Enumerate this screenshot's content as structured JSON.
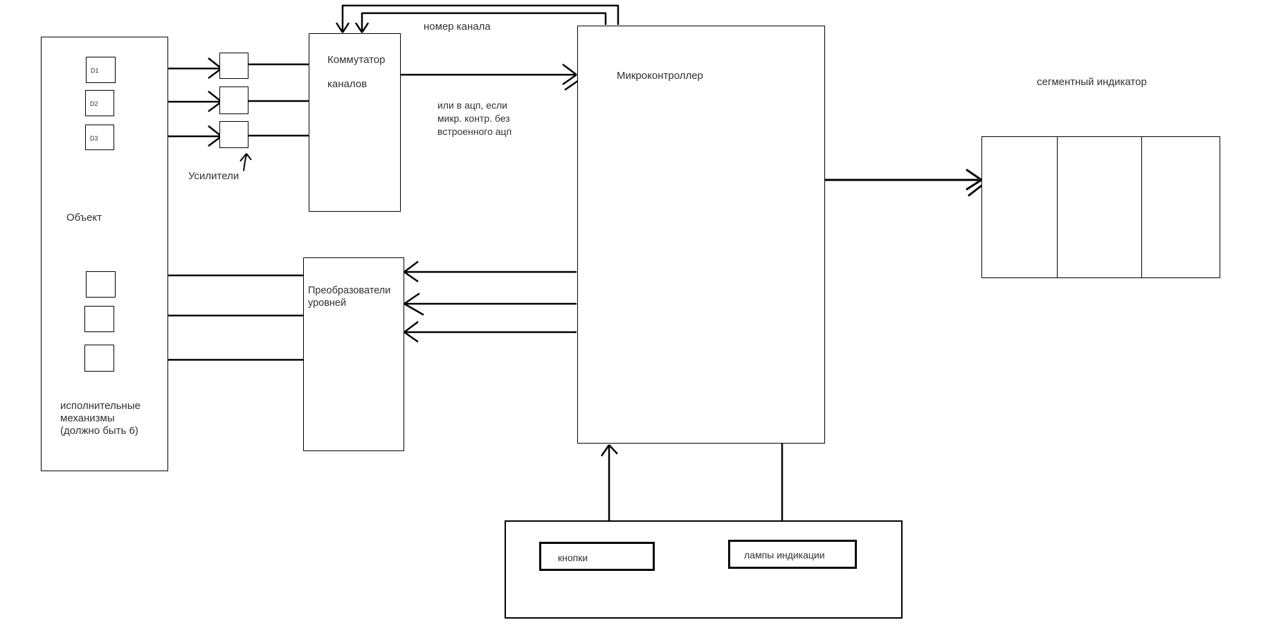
{
  "colors": {
    "background": "#ffffff",
    "line": "#000000",
    "text": "#303030"
  },
  "object_block": {
    "label": "Объект",
    "sensors": [
      {
        "label": "D1"
      },
      {
        "label": "D2"
      },
      {
        "label": "D3"
      }
    ]
  },
  "amplifiers": {
    "label": "Усилители",
    "count": 3
  },
  "commutator": {
    "label_line1": "Коммутатор",
    "label_line2": "каналов"
  },
  "microcontroller": {
    "label": "Микроконтроллер"
  },
  "level_converters": {
    "label_line1": "Преобразователи",
    "label_line2": "уровней"
  },
  "actuators": {
    "count": 3,
    "note_line1": "исполнительные",
    "note_line2": "механизмы",
    "note_line3": "(должно быть 6)"
  },
  "segment_indicator": {
    "label": "сегментный индикатор",
    "digit_cells": 3
  },
  "control_panel": {
    "buttons_label": "кнопки",
    "lamps_label": "лампы индикации"
  },
  "annotations": {
    "channel_number": "номер канала",
    "adc_note_line1": "или в ацп, если",
    "adc_note_line2": "микр. контр. без",
    "adc_note_line3": "встроенного ацп"
  }
}
